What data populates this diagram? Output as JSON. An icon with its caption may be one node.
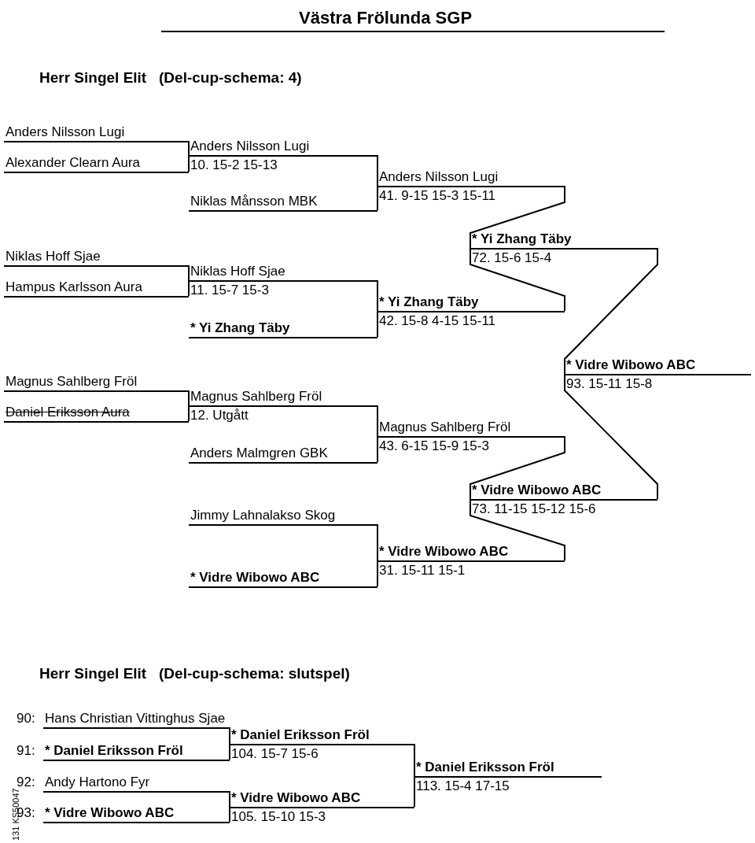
{
  "diagram": {
    "title": "Västra Frölunda SGP",
    "nodes": [
      {
        "text": [
          "Anders Nilsson Lugi"
        ]
      },
      {
        "text": [
          "Alexander Clearn Aura"
        ]
      },
      {
        "text": [
          "Niklas Hoff Sjae"
        ]
      },
      {
        "text": [
          "Hampus Karlsson Aura"
        ]
      },
      {
        "text": [
          "Magnus Sahlberg Fröl"
        ]
      },
      {
        "text": [
          "Daniel Eriksson Aura"
        ]
      },
      {
        "text": [
          "Anders Nilsson Lugi",
          "10. 15-2 15-13"
        ]
      },
      {
        "text": [
          "Niklas Månsson MBK"
        ]
      },
      {
        "text": [
          "Niklas Hoff Sjae",
          "11. 15-7 15-3"
        ]
      },
      {
        "text": [
          "* Yi Zhang Täby"
        ]
      },
      {
        "text": [
          "Magnus Sahlberg Fröl",
          "12. Utgått"
        ]
      },
      {
        "text": [
          "Anders Malmgren GBK"
        ]
      },
      {
        "text": [
          "Jimmy Lahnalakso Skog"
        ]
      },
      {
        "text": [
          "* Vidre Wibowo ABC"
        ]
      },
      {
        "text": [
          "Anders Nilsson Lugi",
          "41. 9-15 15-3 15-11"
        ]
      },
      {
        "text": [
          "* Yi Zhang Täby",
          "42. 15-8 4-15 15-11"
        ]
      },
      {
        "text": [
          "Magnus Sahlberg Fröl",
          "43. 6-15 15-9 15-3"
        ]
      },
      {
        "text": [
          "* Vidre Wibowo ABC",
          "31. 15-11 15-1"
        ]
      },
      {
        "text": [
          "* Yi Zhang Täby",
          "72. 15-6 15-4"
        ]
      },
      {
        "text": [
          "* Vidre Wibowo ABC",
          "73. 11-15 15-12 15-6"
        ]
      },
      {
        "text": [
          "* Vidre Wibowo ABC",
          "93. 15-11 15-8"
        ]
      },
      {
        "text": [
          "Hans Christian Vittinghus Sjae"
        ],
        "beside": [
          "90:"
        ]
      },
      {
        "text": [
          "* Daniel Eriksson Fröl"
        ],
        "beside": [
          "91:"
        ]
      },
      {
        "text": [
          "Andy Hartono Fyr"
        ],
        "beside": [
          "92:"
        ]
      },
      {
        "text": [
          "* Vidre Wibowo ABC"
        ],
        "beside": [
          "93:"
        ]
      },
      {
        "text": [
          "* Daniel Eriksson Fröl",
          "104. 15-7 15-6"
        ]
      },
      {
        "text": [
          "* Vidre Wibowo ABC",
          "105. 15-10 15-3"
        ]
      },
      {
        "text": [
          "* Daniel Eriksson Fröl",
          "113. 15-4 17-15"
        ]
      }
    ],
    "edges": [
      {
        "from": 0,
        "to": 6,
        "arrow": "none"
      },
      {
        "from": 1,
        "to": 6,
        "arrow": "none"
      },
      {
        "from": 2,
        "to": 8,
        "arrow": "none"
      },
      {
        "from": 3,
        "to": 8,
        "arrow": "none"
      },
      {
        "from": 4,
        "to": 10,
        "arrow": "none"
      },
      {
        "from": 5,
        "to": 10,
        "arrow": "none"
      },
      {
        "from": 6,
        "to": 14,
        "arrow": "none"
      },
      {
        "from": 7,
        "to": 14,
        "arrow": "none"
      },
      {
        "from": 8,
        "to": 15,
        "arrow": "none"
      },
      {
        "from": 9,
        "to": 15,
        "arrow": "none"
      },
      {
        "from": 10,
        "to": 16,
        "arrow": "none"
      },
      {
        "from": 11,
        "to": 16,
        "arrow": "none"
      },
      {
        "from": 12,
        "to": 17,
        "arrow": "none"
      },
      {
        "from": 13,
        "to": 17,
        "arrow": "none"
      },
      {
        "from": 14,
        "to": 18,
        "arrow": "none"
      },
      {
        "from": 15,
        "to": 18,
        "arrow": "none"
      },
      {
        "from": 16,
        "to": 19,
        "arrow": "none"
      },
      {
        "from": 17,
        "to": 19,
        "arrow": "none"
      },
      {
        "from": 18,
        "to": 20,
        "arrow": "none"
      },
      {
        "from": 19,
        "to": 20,
        "arrow": "none"
      },
      {
        "from": 21,
        "to": 25,
        "arrow": "none"
      },
      {
        "from": 22,
        "to": 25,
        "arrow": "none"
      },
      {
        "from": 23,
        "to": 26,
        "arrow": "none"
      },
      {
        "from": 24,
        "to": 26,
        "arrow": "none"
      },
      {
        "from": 25,
        "to": 27,
        "arrow": "none"
      },
      {
        "from": 26,
        "to": 27,
        "arrow": "none"
      }
    ],
    "labels": [
      "Herr Singel Elit (Del-cup-schema: 4)",
      "Herr Singel Elit (Del-cup-schema: slutspel)",
      "131 KS50047"
    ]
  }
}
